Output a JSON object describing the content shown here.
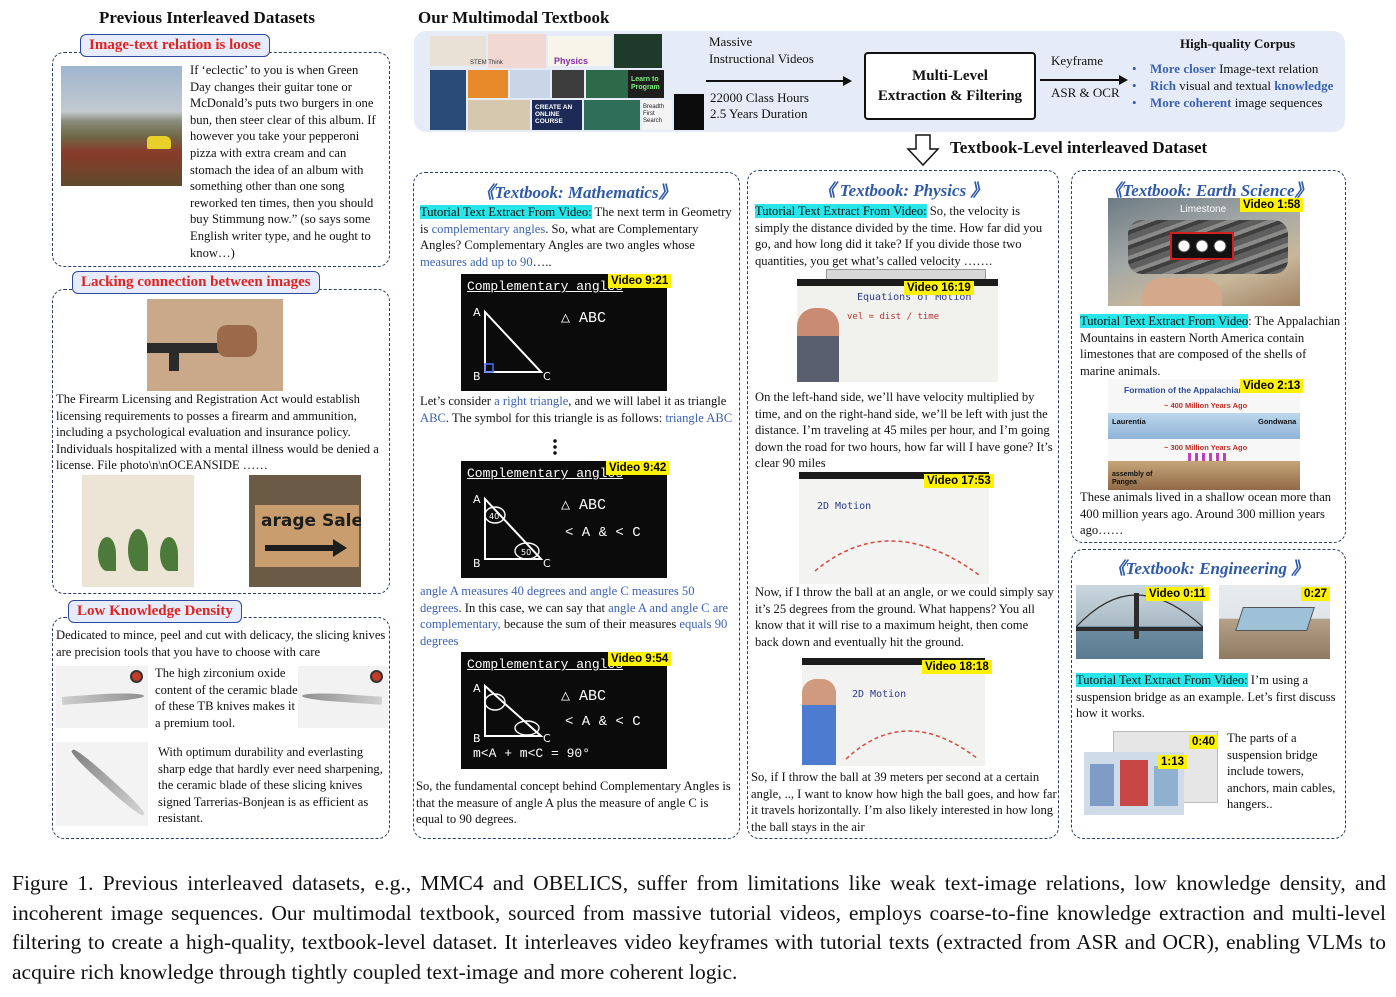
{
  "headers": {
    "previous": "Previous Interleaved Datasets",
    "ours": "Our Multimodal Textbook",
    "textbook_level": "Textbook-Level interleaved Dataset"
  },
  "pipeline": {
    "videos_l1": "Massive",
    "videos_l2": "Instructional Videos",
    "stats_l1": "22000 Class Hours",
    "stats_l2": "2.5 Years Duration",
    "box_l1": "Multi-Level",
    "box_l2": "Extraction & Filtering",
    "keyframe": "Keyframe",
    "asr": "ASR & OCR",
    "corpus_title": "High-quality Corpus",
    "corpus_items": [
      {
        "b": "More closer",
        "r": " Image-text  relation"
      },
      {
        "b": "Rich",
        "r": " visual and textual ",
        "b2": "knowledge"
      },
      {
        "b": "More coherent",
        "r": " image sequences"
      }
    ],
    "collage_labels": [
      "Physics",
      "CREATE AN ONLINE COURSE",
      "Learn to Program",
      "Breadth First Search",
      "STEM Think"
    ]
  },
  "prev": {
    "p1_tag": "Image-text relation is loose",
    "p1_text": "If ‘eclectic’ to you is when Green Day changes their guitar tone or McDonald’s puts two burgers in one bun, then steer clear of this album. If however you take your pepperoni pizza with extra cream and can stomach the idea of an album with something other than one song reworked ten times, then you should buy Stimmung now.” (so says some English writer type, and he ought to know…)",
    "p2_tag": "Lacking connection between images",
    "p2_text": "The Firearm Licensing and Registration Act would establish licensing requirements to posses a firearm and ammunition, including a psychological evaluation and insurance policy. Individuals hospitalized with a mental illness would be denied a license. File photo\\n\\nOCEANSIDE ……",
    "p2_sign": "arage Sale",
    "p3_tag": "Low Knowledge Density",
    "p3_text1": "Dedicated to mince, peel and cut with delicacy, the slicing knives are precision tools that you have to choose with care",
    "p3_text2": "The high zirconium oxide content of the ceramic blade of these TB knives makes it a premium tool.",
    "p3_text3": "With optimum durability and everlasting sharp edge that hardly ever need sharpening, the ceramic blade of these slicing knives signed Tarrerias-Bonjean is as efficient as resistant."
  },
  "math": {
    "title": "《Textbook: Mathematics》",
    "tutorial_label": "Tutorial Text Extract From Video:",
    "t1a": "  The next term in Geometry is ",
    "t1b": "complementary angles",
    "t1c": ". So, what are Complementary Angles? Complementary Angles are two angles whose ",
    "t1d": "measures add up to 90",
    "t1e": "…..",
    "v1": "Video 9:21",
    "v2": "Video 9:42",
    "v3": "Video 9:54",
    "board_title": "Complementary angles",
    "board_abc": "△ ABC",
    "board_ineq": "< A  &  < C",
    "board_eq": "m<A + m<C = 90°",
    "t2a": "Let’s consider ",
    "t2b": "a right triangle",
    "t2c": ", and we will label it as triangle ",
    "t2d": "ABC",
    "t2e": ". The symbol for this triangle is as follows: ",
    "t2f": "triangle ABC",
    "t3a": "angle A measures 40 degrees and angle C measures 50 degrees",
    "t3b": ". In this case, we can say that ",
    "t3c": "angle A and angle C are complementary,",
    "t3d": " because the sum of their measures ",
    "t3e": "equals 90 degrees",
    "t4": "So, the fundamental concept behind Complementary Angles is that the measure of angle A plus the measure of angle C is equal to 90 degrees."
  },
  "physics": {
    "title": "《 Textbook: Physics 》",
    "tutorial_label": "Tutorial Text Extract From Video:",
    "t1": "  So, the velocity is simply the distance divided by the time. How far did you go, and how long did it take? If you divide those two quantities, you get what’s called velocity …….",
    "v1": "Video 16:19",
    "v2": "Video 17:53",
    "v3": "Video 18:18",
    "board1": "Equations of Motion",
    "board1b": "vel = dist / time",
    "board2": "2D Motion",
    "t2": "On the left-hand side, we’ll have velocity multiplied by time, and on the right-hand side, we’ll be left with just the distance.  I’m traveling at 45 miles per hour, and I’m going down the road for two hours, how far will I have gone? It’s clear 90 miles",
    "t3": "Now, if I throw the ball at an angle, or we could simply say it’s 25 degrees from the ground. What happens? You all know that it will rise to a maximum height, then come back down and eventually hit the ground.",
    "t4": "So, if I throw the ball at 39 meters per second at a certain angle, .., I want to know how high the ball goes, and how far it travels horizontally. I’m also likely interested in how long the ball stays in the air"
  },
  "earth": {
    "title": "《Textbook: Earth Science》",
    "v1": "Video 1:58",
    "v2": "Video 2:13",
    "limestone": "Limestone",
    "tutorial_label": "Tutorial Text Extract From Video",
    "t1": ": The Appalachian Mountains in eastern North America contain limestones that are composed of the shells of marine animals.",
    "map_title": "Formation of the Appalachian",
    "map_400": "~ 400 Million Years Ago",
    "map_300": "~ 300 Million Years Ago",
    "laurentia": "Laurentia",
    "gondwana": "Gondwana",
    "pangea": "assembly of Pangea",
    "t2": "These animals lived in a shallow ocean more than 400 million years ago. Around 300 million years ago……"
  },
  "engineering": {
    "title": "《Textbook: Engineering 》",
    "v1": "Video 0:11",
    "v2": "0:27",
    "v3": "0:40",
    "v4": "1:13",
    "tutorial_label": "Tutorial Text Extract From Video:",
    "t1": " I’m using a suspension bridge as an example. Let’s first discuss how it works.",
    "t2": "The parts of a suspension bridge include towers, anchors, main cables, hangers.."
  },
  "caption": "Figure 1. Previous interleaved datasets, e.g., MMC4 and OBELICS, suffer from limitations like weak text-image relations, low knowledge density, and incoherent image sequences. Our multimodal textbook, sourced from massive tutorial videos, employs coarse-to-fine knowledge extraction and multi-level filtering to create a high-quality, textbook-level dataset. It interleaves video keyframes with tutorial texts (extracted from ASR and OCR), enabling VLMs to acquire rich knowledge through tightly coupled text-image and more coherent logic.",
  "colors": {
    "accent_blue": "#3b63b4",
    "title_blue": "#2f5aa8",
    "tag_red": "#e1231f",
    "highlight": "#27e6ea",
    "badge_yellow": "#fff200",
    "pipeline_bg": "#e6ecf7"
  }
}
